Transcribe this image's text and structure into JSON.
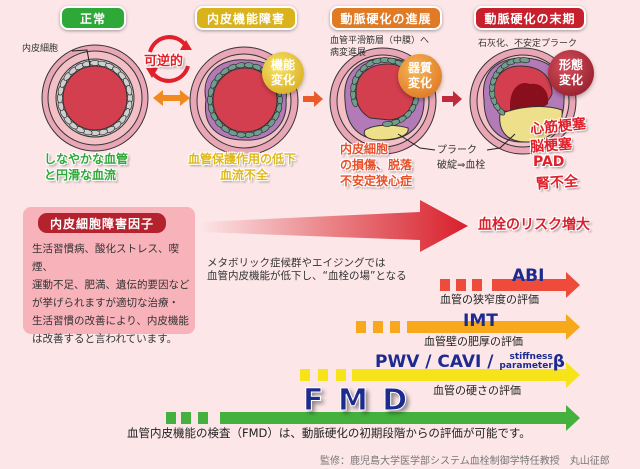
{
  "stages": [
    {
      "label": "正常",
      "color": "#2ea836"
    },
    {
      "label": "内皮機能障害",
      "color": "#d9b21c"
    },
    {
      "label": "動脈硬化の進展",
      "color": "#e07a25"
    },
    {
      "label": "動脈硬化の末期",
      "color": "#c81f2c"
    }
  ],
  "annotations": {
    "endothelial_cell": "内皮細胞",
    "reversible": "可逆的",
    "media_line1": "血管平滑筋層（中膜）へ",
    "media_line2": "病変進展",
    "calcification": "石灰化、不安定プラーク",
    "plaque": "プラーク",
    "rupture": "破綻⇒血栓"
  },
  "orbs": {
    "functional": {
      "line1": "機能",
      "line2": "変化"
    },
    "organic": {
      "line1": "器質",
      "line2": "変化"
    },
    "morphological": {
      "line1": "形態",
      "line2": "変化"
    }
  },
  "captions": {
    "normal_1": "しなやかな血管",
    "normal_2": "と円滑な血流",
    "dysfunction_1": "血管保護作用の低下",
    "dysfunction_2": "血流不全",
    "progression_1": "内皮細胞",
    "progression_2": "の損傷、脱落",
    "progression_3": "不安定狭心症",
    "late_1": "心筋梗塞",
    "late_2": "脳梗塞",
    "late_3": "PAD",
    "late_4": "腎不全"
  },
  "factor_box": {
    "title": "内皮細胞障害因子",
    "lines": [
      "生活習慣病、酸化ストレス、喫煙、",
      "運動不足、肥満、遺伝的要因など",
      "が挙げられますが適切な治療・",
      "生活習慣の改善により、内皮機能",
      "は改善すると言われています。"
    ]
  },
  "risk": {
    "label": "血栓のリスク増大",
    "note_1": "メタボリック症候群やエイジングでは",
    "note_2": "血管内皮機能が低下し、“血栓の場”となる"
  },
  "tests": [
    {
      "name": "ABI",
      "desc": "血管の狭窄度の評価",
      "color": "#ee4b3a"
    },
    {
      "name": "IMT",
      "desc": "血管壁の肥厚の評価",
      "color": "#f7a81b"
    },
    {
      "name": "PWV / CAVI / ",
      "name_sup1": "stiffness",
      "name_sup2": "parameter",
      "name_beta": "β",
      "desc": "血管の硬さの評価",
      "color": "#f7e31a"
    },
    {
      "name": "F M D",
      "desc": "血管内皮機能の検査（FMD）は、動脈硬化の初期段階からの評価が可能です。",
      "color": "#44b03e"
    }
  ],
  "footer": "監修：鹿児島大学医学部システム血栓制御学特任教授　丸山征郎"
}
